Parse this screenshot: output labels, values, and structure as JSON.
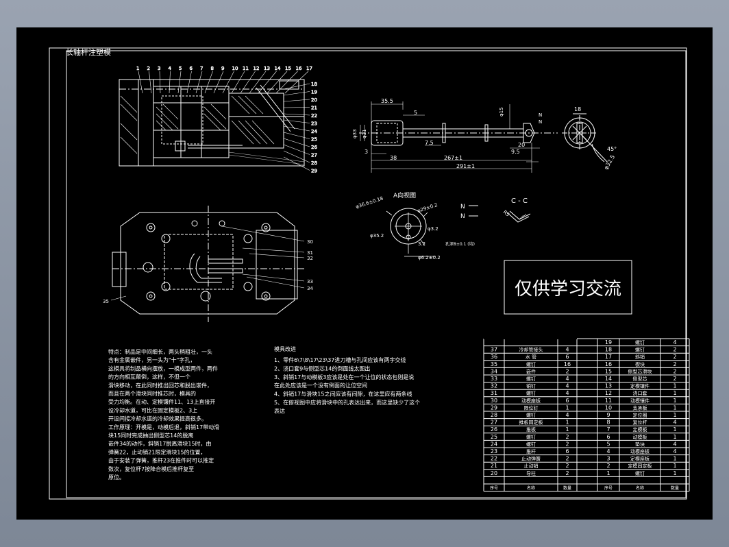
{
  "drawing": {
    "title": "长轴杆注塑模",
    "watermark": "仅供学习交流"
  },
  "views": {
    "a_view_label": "A向视图",
    "section_label": "C - C",
    "nn_label_1": "N",
    "nn_label_2": "N",
    "tolerance_note": "孔深8±0.1 (均)",
    "dims": {
      "d35_5": "35.5",
      "d5": "5",
      "d15": "φ15",
      "d7_5": "7.5",
      "d3": "3",
      "d38": "38",
      "d267": "267±1",
      "d291": "291±1",
      "d9_5": "9.5",
      "d20": "20",
      "d33": "φ33",
      "d31": "φ31",
      "d18": "18",
      "d45": "45°",
      "d32_5": "φ32.5",
      "d36_6": "φ36.6±0.18",
      "d29": "φ29±0.2",
      "d3_2a": "φ3.2",
      "d35_2": "φ35.2",
      "d3_2b": "3.2",
      "d6_2": "φ6.2±0.2",
      "dR5": "R5"
    },
    "balloons_top": [
      "1",
      "2",
      "3",
      "4",
      "5",
      "6",
      "7",
      "8",
      "9",
      "10",
      "11",
      "12",
      "13",
      "14",
      "15",
      "16",
      "17"
    ],
    "balloons_right": [
      "18",
      "19",
      "20",
      "21",
      "22",
      "23",
      "24",
      "25",
      "26",
      "27",
      "28",
      "29"
    ],
    "balloons_plan": [
      "30",
      "31",
      "32",
      "33",
      "34",
      "35"
    ]
  },
  "notes": {
    "left": [
      "特点：制品是中间细长，两头稍粗壮，一头",
      "含有金属嵌件，另一头为\"十\"字孔，",
      "这模具将制品横向摆放，一模成型两件，两件",
      "的方向相互颠倒，这样，不但一个",
      "滑块移动，在此同时推出回芯和脱出嵌件，",
      "而且在两个滑块同时推芯时，模具的",
      "受力均衡。在动、定模镶件11、13上直接开",
      "设冷却水道，可比在固定模板2、3上",
      "开设间接冷却水道的冷却效果提高很多。",
      "工作原理：开模是，动模后退，斜销17带动滑",
      "块15同时完成抽出侧型芯14的脱离",
      "嵌件34的动作，斜销17脱离滑块15时，由",
      "弹簧22，止动销21限定滑块15的位置，",
      "由于安装了弹簧，推杆23在推件时可以推定",
      "数次，复位杆7按降合模后推杆复至",
      "原位。"
    ],
    "right_title": "模具改进",
    "right": [
      "1、零件6\\7\\8\\17\\23\\37进刀槽与孔间应该有两字交线",
      "2、浇口套9与侧型芯14的倒面线太图出",
      "3、斜销17与动模板3应该是处在一个让位的状态包则是说",
      "在此处应该是一个没有倒面的让位空间",
      "4、斜销17与滑块15之间应该有间隙，在这里应有两条线",
      "5、在俯视图中应将滑块中的孔表达出来，而这里缺少了这个",
      "表达"
    ]
  },
  "bom": {
    "left_col": [
      {
        "no": "37",
        "name": "冷却管接头",
        "qty": "4"
      },
      {
        "no": "36",
        "name": "水  管",
        "qty": "6"
      },
      {
        "no": "35",
        "name": "螺钉",
        "qty": "16"
      },
      {
        "no": "34",
        "name": "嵌件",
        "qty": "2"
      },
      {
        "no": "33",
        "name": "螺钉",
        "qty": "4"
      },
      {
        "no": "32",
        "name": "销钉",
        "qty": "4"
      },
      {
        "no": "31",
        "name": "螺钉",
        "qty": "4"
      },
      {
        "no": "30",
        "name": "动模座板",
        "qty": "6"
      },
      {
        "no": "29",
        "name": "限位钉",
        "qty": "1"
      },
      {
        "no": "28",
        "name": "螺钉",
        "qty": "4"
      },
      {
        "no": "27",
        "name": "推板固定板",
        "qty": "1"
      },
      {
        "no": "26",
        "name": "推板",
        "qty": "1"
      },
      {
        "no": "25",
        "name": "螺钉",
        "qty": "2"
      },
      {
        "no": "24",
        "name": "螺钉",
        "qty": "2"
      },
      {
        "no": "23",
        "name": "推杆",
        "qty": "6"
      },
      {
        "no": "22",
        "name": "止动弹簧",
        "qty": "2"
      },
      {
        "no": "21",
        "name": "止动销",
        "qty": "2"
      },
      {
        "no": "20",
        "name": "导柱",
        "qty": "2"
      }
    ],
    "right_col": [
      {
        "no": "19",
        "name": "螺钉",
        "qty": "4"
      },
      {
        "no": "18",
        "name": "螺钉",
        "qty": "2"
      },
      {
        "no": "17",
        "name": "斜销",
        "qty": "2"
      },
      {
        "no": "16",
        "name": "楔块",
        "qty": "2"
      },
      {
        "no": "15",
        "name": "侧型芯滑块",
        "qty": "2"
      },
      {
        "no": "14",
        "name": "侧型芯",
        "qty": "2"
      },
      {
        "no": "13",
        "name": "定模镶件",
        "qty": "1"
      },
      {
        "no": "12",
        "name": "浇口套",
        "qty": "1"
      },
      {
        "no": "11",
        "name": "动模镶件",
        "qty": "1"
      },
      {
        "no": "10",
        "name": "支承板",
        "qty": "1"
      },
      {
        "no": "9",
        "name": "定位圈",
        "qty": "1"
      },
      {
        "no": "8",
        "name": "复位杆",
        "qty": "4"
      },
      {
        "no": "7",
        "name": "定模板",
        "qty": "1"
      },
      {
        "no": "6",
        "name": "动模板",
        "qty": "1"
      },
      {
        "no": "5",
        "name": "垫块",
        "qty": "4"
      },
      {
        "no": "4",
        "name": "动模座板",
        "qty": "4"
      },
      {
        "no": "3",
        "name": "定模座板",
        "qty": "1"
      },
      {
        "no": "2",
        "name": "定模固定板",
        "qty": "1"
      },
      {
        "no": "1",
        "name": "螺钉",
        "qty": "1"
      }
    ],
    "header": {
      "no": "序号",
      "name": "名称",
      "qty": "数量"
    }
  }
}
